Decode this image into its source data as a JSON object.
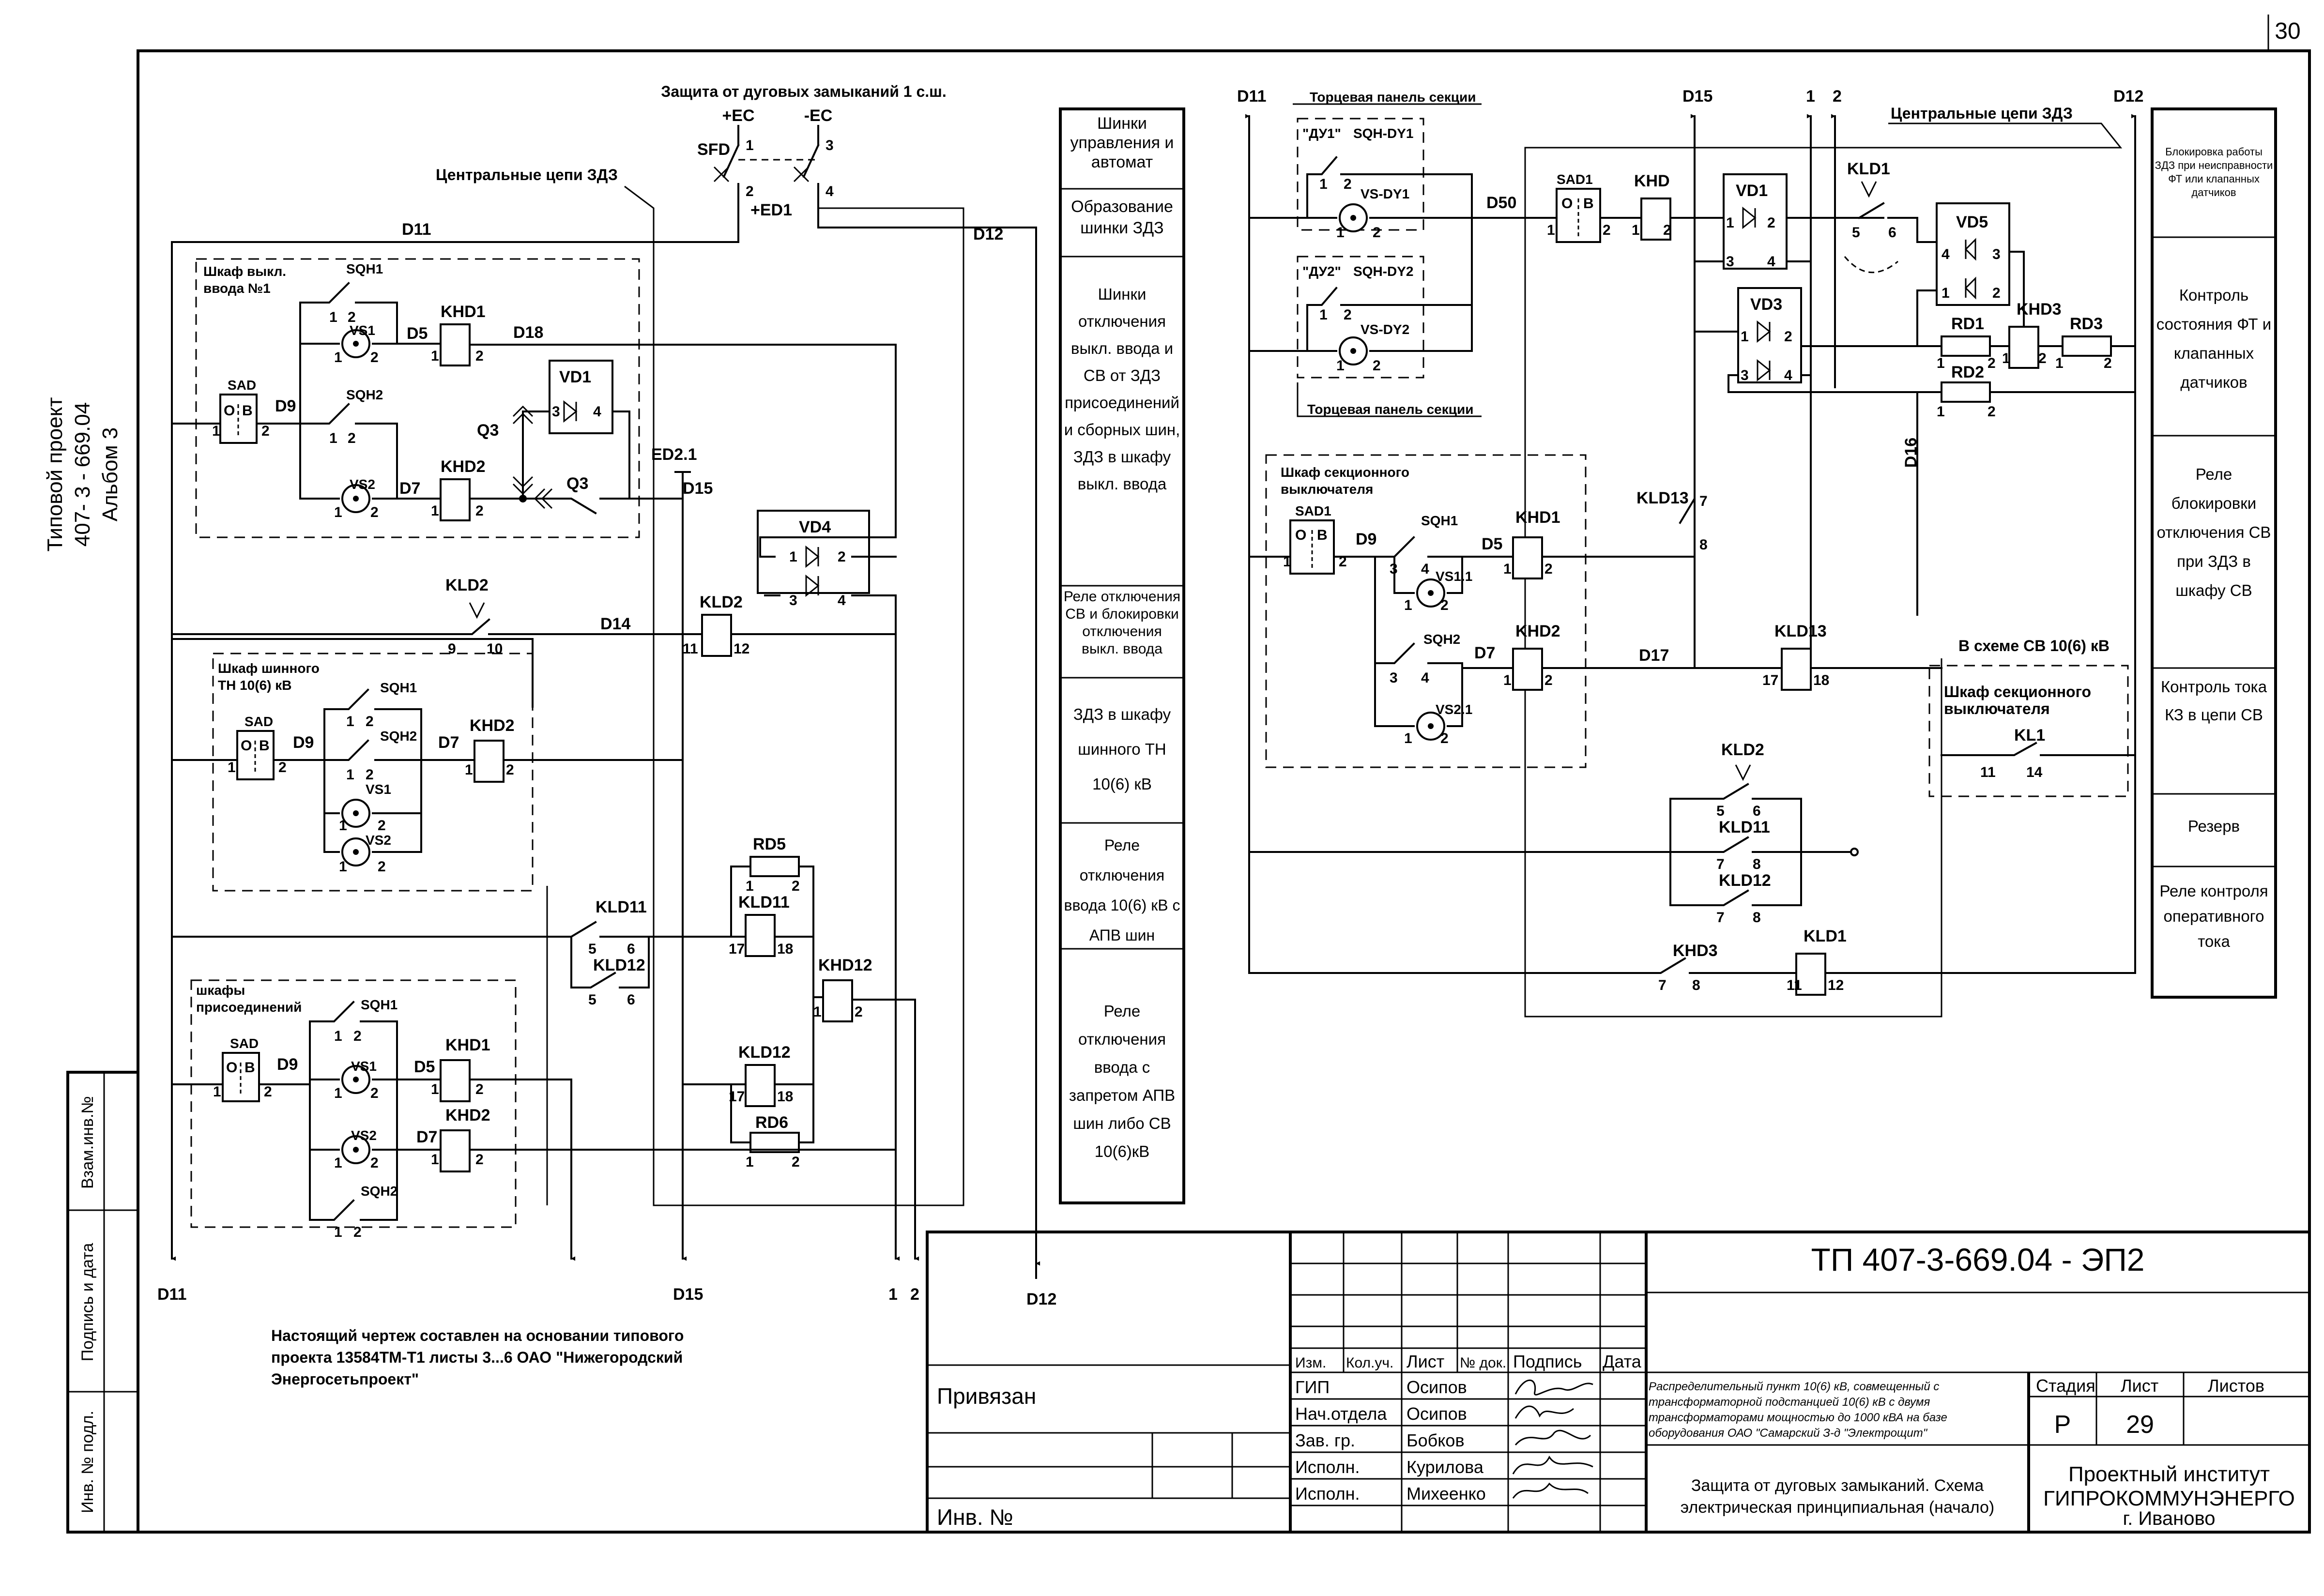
{
  "sheet": {
    "corner_number": "30",
    "left_margin": {
      "project_line1": "Типовой проект",
      "project_line2": "407- 3 - 669.04",
      "project_line3": "Альбом 3",
      "stamp_vzam": "Взам.инв.№",
      "stamp_podpis": "Подпись и дата",
      "stamp_inv": "Инв. № подл."
    }
  },
  "left_circuit": {
    "title": "Защита от дуговых замыканий 1 с.ш.",
    "plus_ec": "+ЕС",
    "minus_ec": "-ЕС",
    "sfd": "SFD",
    "ed1": "+ED1",
    "central_chains": "Центральные цепи ЗДЗ",
    "d11": "D11",
    "d12": "D12",
    "d14": "D14",
    "d15": "D15",
    "ed21": "ED2.1",
    "d5": "D5",
    "d7": "D7",
    "d9": "D9",
    "d18": "D18",
    "q3": "Q3",
    "cab1_title1": "Шкаф выкл.",
    "cab1_title2": "ввода №1",
    "cab2_title1": "Шкаф шинного",
    "cab2_title2": "ТН 10(6) кВ",
    "cab3_title1": "шкафы",
    "cab3_title2": "присоединений",
    "sad": "SAD",
    "sqh1": "SQH1",
    "sqh2": "SQH2",
    "vs1": "VS1",
    "vs2": "VS2",
    "khd1": "KHD1",
    "khd2": "KHD2",
    "khd12": "KHD12",
    "kld2": "KLD2",
    "kld11": "KLD11",
    "kld12": "KLD12",
    "vd1": "VD1",
    "vd4": "VD4",
    "rd5": "RD5",
    "rd6": "RD6",
    "bottom_d11": "D11",
    "bottom_d15": "D15",
    "bottom_1": "1",
    "bottom_2": "2",
    "bottom_d12": "D12",
    "note_line1": "Настоящий чертеж составлен на основании типового",
    "note_line2": "проекта 13584ТМ-Т1 листы 3...6 ОАО \"Нижегородский",
    "note_line3": "Энергосетьпроект\""
  },
  "middle_legend": [
    "Шинки управления и автомат",
    "Образование шинки ЗДЗ",
    "Шинки отключения выкл. ввода и СВ от ЗДЗ присоединений и сборных шин, ЗДЗ в шкафу выкл. ввода",
    "Реле отключения СВ и блокировки отключения выкл. ввода",
    "ЗДЗ в шкафу шинного ТН 10(6) кВ",
    "Реле отключения ввода 10(6) кВ с АПВ шин",
    "Реле отключения ввода с запретом АПВ шин либо СВ 10(6)кВ"
  ],
  "right_circuit": {
    "d11": "D11",
    "d15": "D15",
    "n1": "1",
    "n2": "2",
    "d12": "D12",
    "d16": "D16",
    "d17": "D17",
    "d50": "D50",
    "d5": "D5",
    "d7": "D7",
    "d9": "D9",
    "end_panel": "Торцевая панель секции",
    "du1": "\"ДУ1\"",
    "du2": "\"ДУ2\"",
    "sqh_dy1": "SQH-DY1",
    "sqh_dy2": "SQH-DY2",
    "vs_dy1": "VS-DY1",
    "vs_dy2": "VS-DY2",
    "central_chains": "Центральные цепи ЗДЗ",
    "sad1": "SAD1",
    "khd": "KHD",
    "khd1": "KHD1",
    "khd2": "KHD2",
    "khd3": "KHD3",
    "vd1": "VD1",
    "vd3": "VD3",
    "vd5": "VD5",
    "kld1": "KLD1",
    "kld2": "KLD2",
    "kld11": "KLD11",
    "kld12": "KLD12",
    "kld13": "KLD13",
    "rd1": "RD1",
    "rd2": "RD2",
    "rd3": "RD3",
    "sqh1": "SQH1",
    "sqh2": "SQH2",
    "vs11": "VS1.1",
    "vs21": "VS2.1",
    "cab_title1": "Шкаф секционного",
    "cab_title2": "выключателя",
    "sv_scheme": "В схеме СВ 10(6) кВ",
    "sv_cab1": "Шкаф секционного",
    "sv_cab2": "выключателя",
    "kl1": "KL1"
  },
  "right_legend": [
    "Блокировка работы ЗДЗ при неисправности ФТ или клапанных датчиков",
    "Контроль состояния ФТ и клапанных датчиков",
    "Реле блокировки отключения СВ при ЗДЗ в шкафу СВ",
    "Контроль тока КЗ в цепи СВ",
    "Резерв",
    "Реле контроля оперативного тока"
  ],
  "title_block": {
    "doc_code": "ТП 407-3-669.04 - ЭП2",
    "privyazan": "Привязан",
    "inv_no": "Инв. №",
    "headers": [
      "Изм.",
      "Кол.уч.",
      "Лист",
      "№ док.",
      "Подпись",
      "Дата"
    ],
    "roles": [
      "ГИП",
      "Нач.отдела",
      "Зав. гр.",
      "Исполн.",
      "Исполн."
    ],
    "names": [
      "Осипов",
      "Осипов",
      "Бобков",
      "Курилова",
      "Михеенко"
    ],
    "object_line1": "Распределительный пункт 10(6) кВ, совмещенный с",
    "object_line2": "трансформаторной подстанцией 10(6) кВ с двумя",
    "object_line3": "трансформаторами мощностью до 1000 кВА на базе",
    "object_line4": "оборудования ОАО \"Самарский З-д \"Электрощит\"",
    "sheet_title1": "Защита от дуговых замыканий. Схема",
    "sheet_title2": "электрическая принципиальная (начало)",
    "stadia_label": "Стадия",
    "list_label": "Лист",
    "listov_label": "Листов",
    "stadia": "Р",
    "list_no": "29",
    "institute1": "Проектный институт",
    "institute2": "ГИПРОКОММУНЭНЕРГО",
    "institute3": "г. Иваново"
  }
}
